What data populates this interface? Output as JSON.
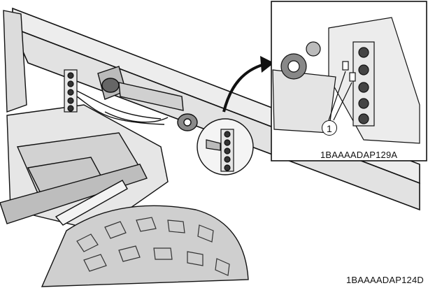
{
  "figure": {
    "main_code": "1BAAAADAP124D",
    "inset_code": "1BAAAADAP129A",
    "callout_number": "1",
    "colors": {
      "line": "#111111",
      "shade": "#d9d9d9",
      "dark": "#555555",
      "paper": "#ffffff"
    }
  }
}
